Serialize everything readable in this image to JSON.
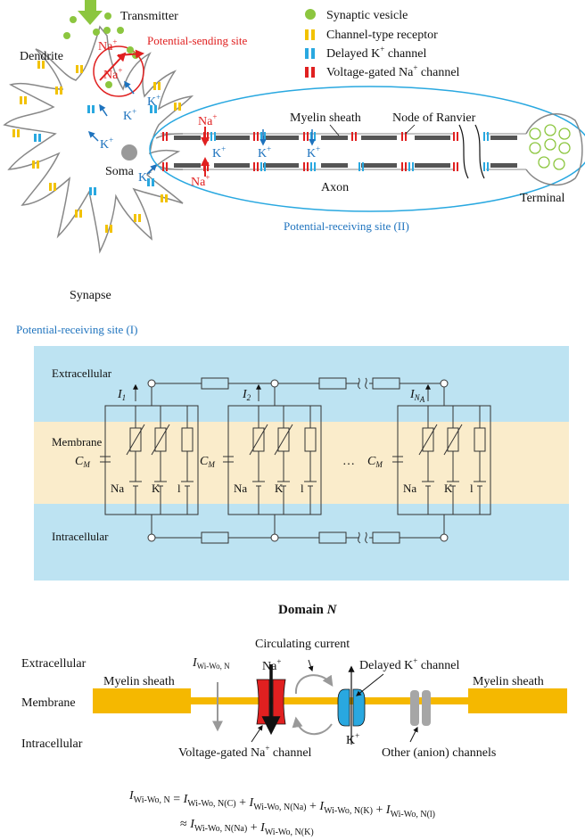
{
  "panel_a": {
    "transmitter": "Transmitter",
    "dendrite": "Dendrite",
    "soma": "Soma",
    "synapse": "Synapse",
    "axon": "Axon",
    "myelin_sheath": "Myelin sheath",
    "node_of_ranvier": "Node of Ranvier",
    "terminal": "Terminal",
    "potential_sending_site": "Potential-sending site",
    "potential_receiving_site_ii": "Potential-receiving site (II)",
    "na_ion": "Na",
    "k_ion": "K",
    "plus": "+"
  },
  "legend": {
    "items": [
      {
        "label": "Synaptic vesicle",
        "icon": "vesicle-icon",
        "color": "#8cc63f"
      },
      {
        "label": "Channel-type receptor",
        "icon": "receptor-icon",
        "color": "#f2c200"
      },
      {
        "label": "Delayed K",
        "sup": "+",
        "suffix": " channel",
        "icon": "k-channel-icon",
        "color": "#29a8e0"
      },
      {
        "label": "Voltage-gated Na",
        "sup": "+",
        "suffix": " channel",
        "icon": "na-channel-icon",
        "color": "#e02020"
      }
    ]
  },
  "panel_b": {
    "title": "Potential-receiving site (I)",
    "extracellular": "Extracellular",
    "membrane": "Membrane",
    "intracellular": "Intracellular",
    "cm_c": "C",
    "cm_sub": "M",
    "na": "Na",
    "k": "K",
    "l": "l",
    "i1": "I",
    "i1_sub": "1",
    "i2": "I",
    "i2_sub": "2",
    "in": "I",
    "in_sub": "N",
    "in_subsub": "A",
    "dots": "…",
    "colors": {
      "extracellular": "#bde3f2",
      "membrane": "#faeccb"
    }
  },
  "panel_c": {
    "title": "Domain",
    "title_var": "N",
    "extracellular": "Extracellular",
    "membrane": "Membrane",
    "intracellular": "Intracellular",
    "myelin_left": "Myelin sheath",
    "myelin_right": "Myelin sheath",
    "circulating_current": "Circulating current",
    "current_i": "I",
    "current_sub": "Wi-Wo, N",
    "delayed_k": "Delayed K",
    "delayed_k_suffix": " channel",
    "voltage_gated_na": "Voltage-gated Na",
    "voltage_gated_na_suffix": " channel",
    "other_channels": "Other (anion) channels",
    "na_label": "Na",
    "k_label": "K",
    "plus": "+",
    "colors": {
      "myelin": "#f5b800",
      "na": "#e02020",
      "k": "#29a8e0",
      "other": "#a6a6a6"
    }
  },
  "equation": {
    "line1": [
      {
        "t": "I",
        "s": "Wi-Wo, N"
      },
      {
        "op": " = "
      },
      {
        "t": "I",
        "s": "Wi-Wo, N(C)"
      },
      {
        "op": " + "
      },
      {
        "t": "I",
        "s": "Wi-Wo, N(Na)"
      },
      {
        "op": " + "
      },
      {
        "t": "I",
        "s": "Wi-Wo, N(K)"
      },
      {
        "op": " + "
      },
      {
        "t": "I",
        "s": "Wi-Wo, N(l)"
      }
    ],
    "line2": [
      {
        "op": "≈ "
      },
      {
        "t": "I",
        "s": "Wi-Wo, N(Na)"
      },
      {
        "op": " + "
      },
      {
        "t": "I",
        "s": "Wi-Wo, N(K)"
      }
    ]
  }
}
